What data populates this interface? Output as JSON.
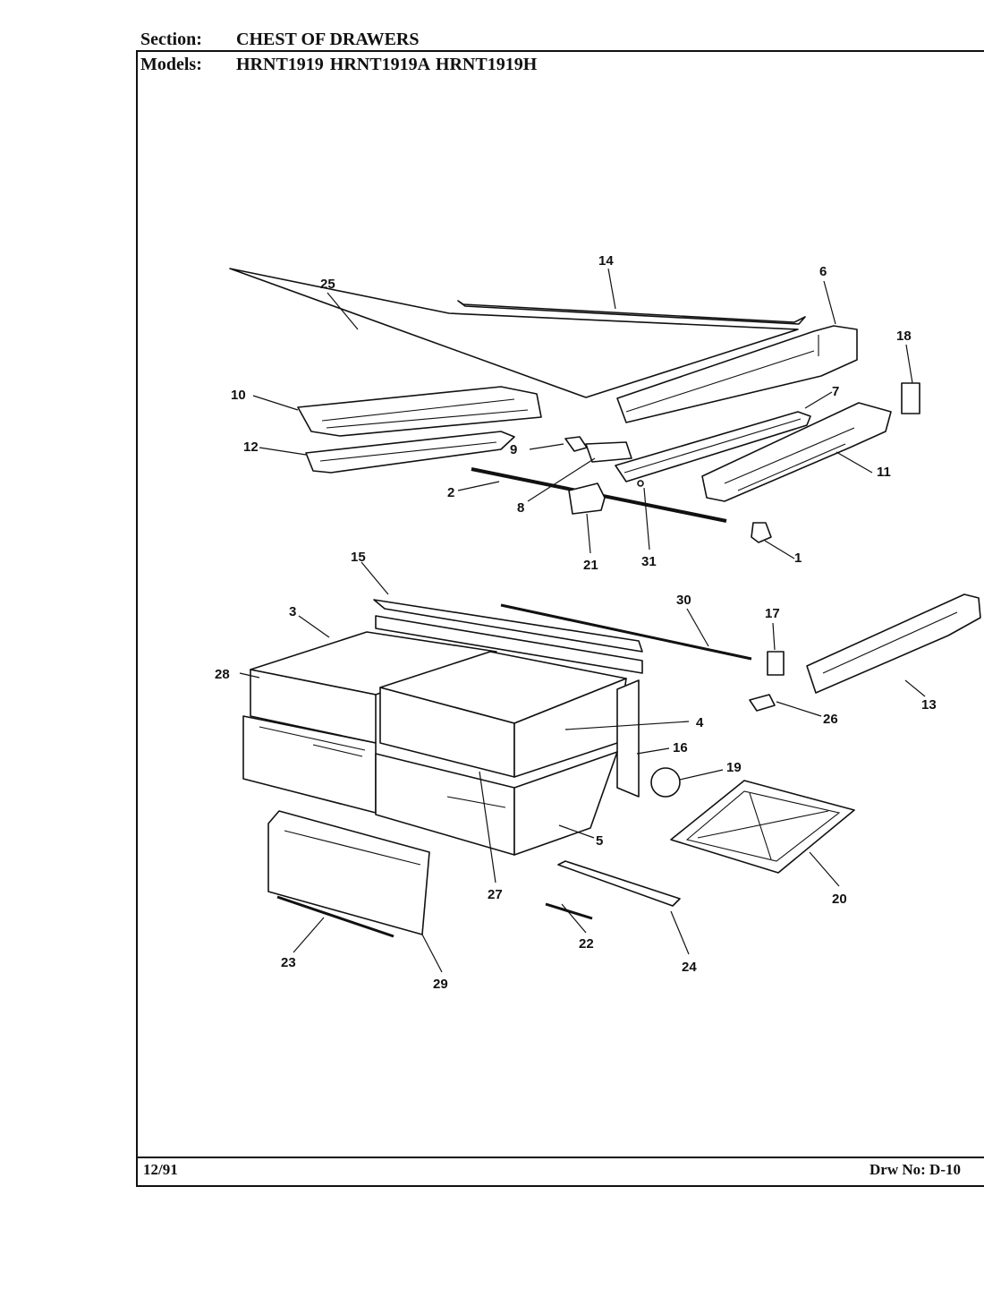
{
  "header": {
    "section_label": "Section:",
    "section_value": "CHEST OF DRAWERS",
    "models_label": "Models:",
    "models_value": "HRNT1919  HRNT1919A  HRNT1919H"
  },
  "footer": {
    "date": "12/91",
    "drawing_number": "Drw No: D-10"
  },
  "callouts": {
    "c1": "1",
    "c2": "2",
    "c3": "3",
    "c4": "4",
    "c5": "5",
    "c6": "6",
    "c7": "7",
    "c8": "8",
    "c9": "9",
    "c10": "10",
    "c11": "11",
    "c12": "12",
    "c13": "13",
    "c14": "14",
    "c15": "15",
    "c16": "16",
    "c17": "17",
    "c18": "18",
    "c19": "19",
    "c20": "20",
    "c21": "21",
    "c22": "22",
    "c23": "23",
    "c24": "24",
    "c25": "25",
    "c26": "26",
    "c27": "27",
    "c28": "28",
    "c29": "29",
    "c30": "30",
    "c31": "31"
  }
}
